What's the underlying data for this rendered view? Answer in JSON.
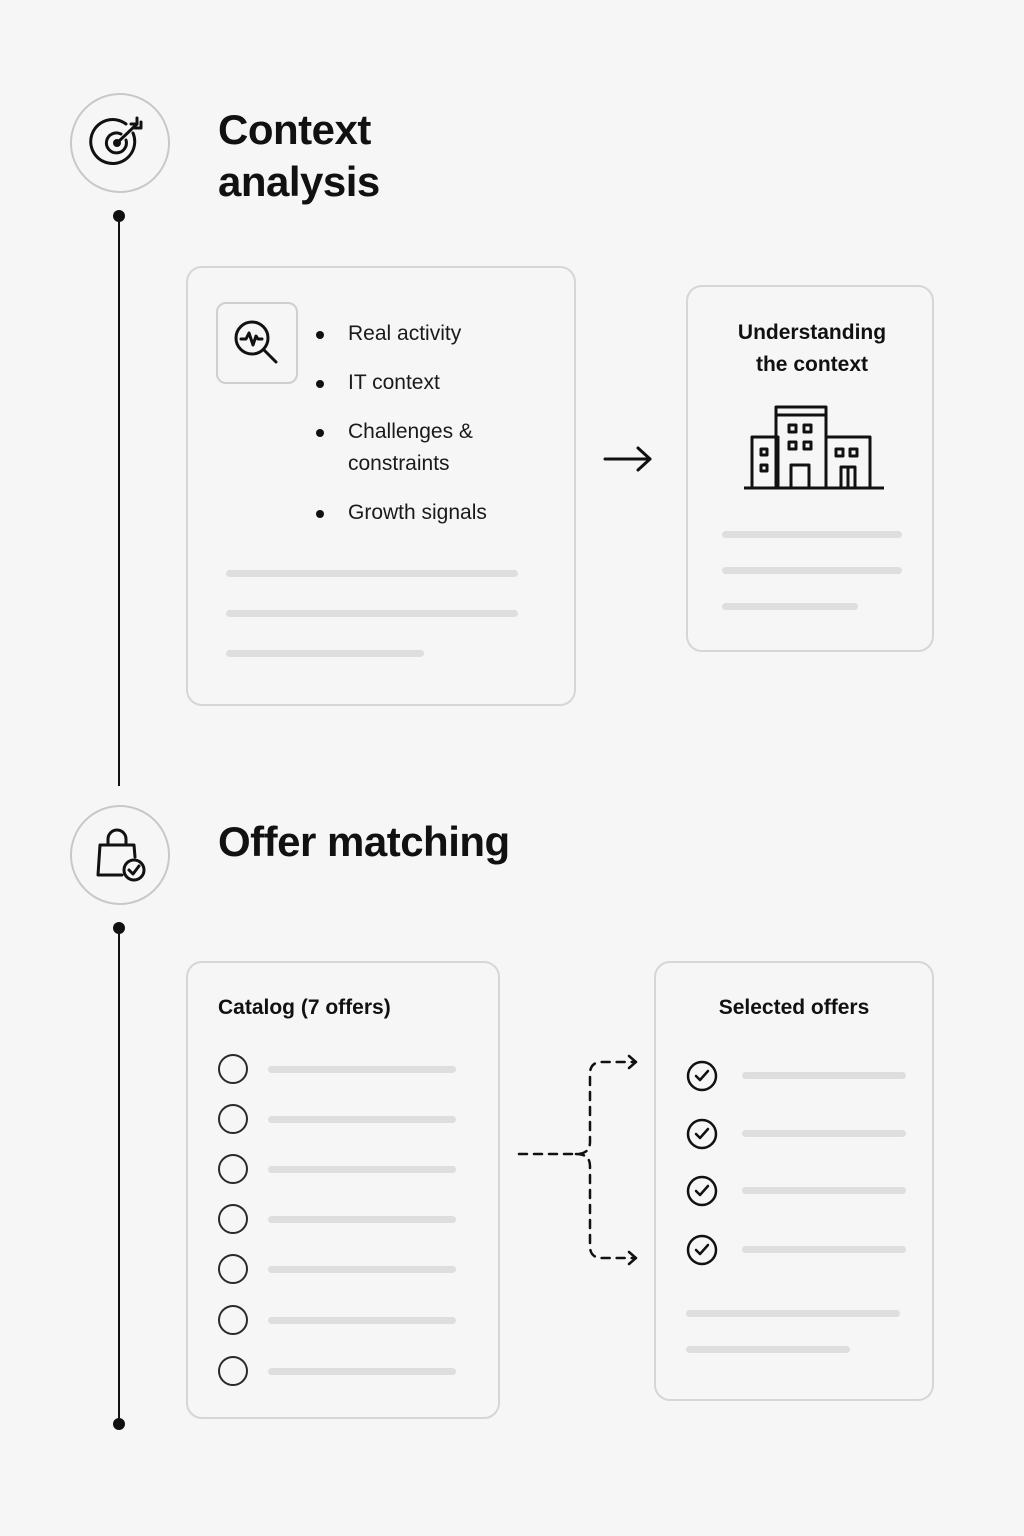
{
  "steps": [
    {
      "title": "Context analysis",
      "icon": "target-arrow-icon",
      "analysis_card": {
        "icon": "magnifier-pulse-icon",
        "bullets": [
          "Real activity",
          "IT context",
          "Challenges & constraints",
          "Growth signals"
        ]
      },
      "result_card": {
        "title": "Understanding the context",
        "icon": "building-icon"
      }
    },
    {
      "title": "Offer matching",
      "icon": "shopping-bag-check-icon",
      "catalog_card": {
        "title": "Catalog (7 offers)",
        "item_count": 7
      },
      "selected_card": {
        "title": "Selected offers",
        "item_count": 4
      }
    }
  ],
  "colors": {
    "ink": "#111111",
    "background": "#f6f6f6",
    "card_border": "#d6d6d6",
    "placeholder_bar": "#dedede"
  }
}
